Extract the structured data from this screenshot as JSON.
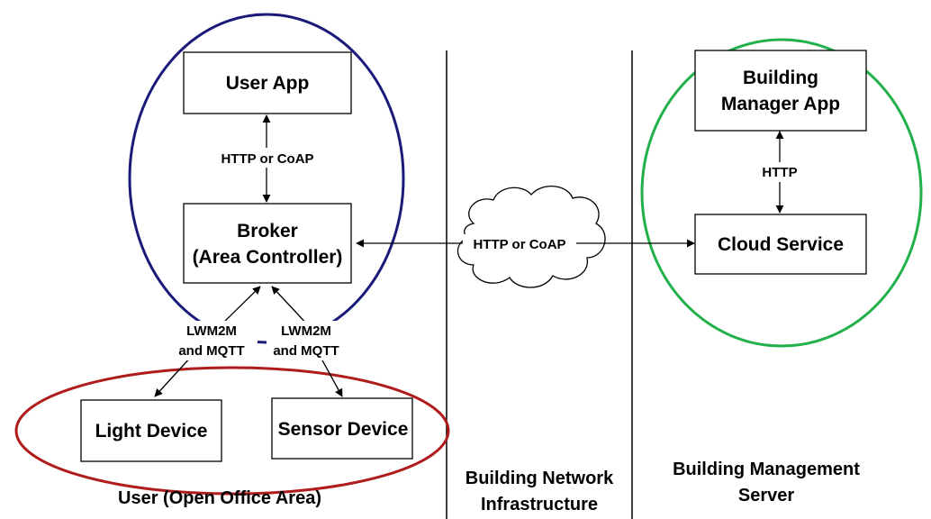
{
  "nodes": {
    "user_app": "User App",
    "broker_line1": "Broker",
    "broker_line2": "(Area Controller)",
    "building_manager_line1": "Building",
    "building_manager_line2": "Manager App",
    "cloud_service": "Cloud Service",
    "light_device": "Light Device",
    "sensor_device": "Sensor Device"
  },
  "edges": {
    "user_broker": "HTTP or CoAP",
    "broker_cloud": "HTTP or CoAP",
    "manager_cloud": "HTTP",
    "broker_light_line1": "LWM2M",
    "broker_light_line2": "and MQTT",
    "broker_sensor_line1": "LWM2M",
    "broker_sensor_line2": "and MQTT"
  },
  "zones": {
    "user_area": "User (Open Office Area)",
    "network_line1": "Building Network",
    "network_line2": "Infrastructure",
    "server_line1": "Building Management",
    "server_line2": "Server"
  },
  "colors": {
    "user_ellipse": "#1a1a7a",
    "device_ellipse": "#b01c1c",
    "server_ellipse": "#22b04a"
  }
}
